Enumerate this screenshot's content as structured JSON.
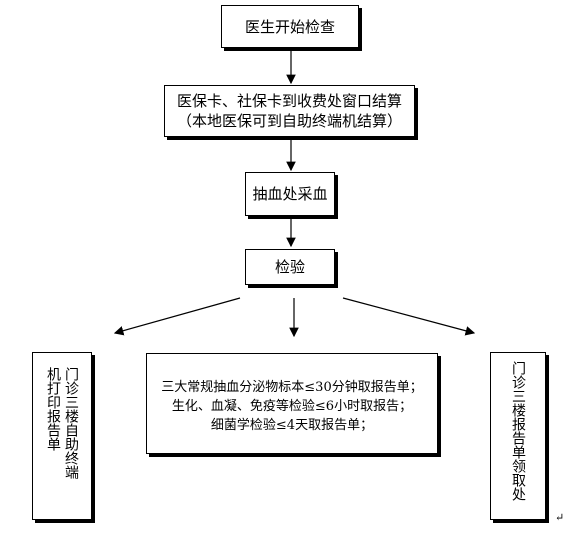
{
  "nodes": {
    "start": "医生开始检查",
    "payment_line1": "医保卡、社保卡到收费处窗口结算",
    "payment_line2": "（本地医保可到自助终端机结算）",
    "blood": "抽血处采血",
    "test": "检验",
    "left_col1": "门诊三楼自助终端",
    "left_col2": "机打印报告单",
    "center_line1": "三大常规抽血分泌物标本≤30分钟取报告单；",
    "center_line2": "生化、血凝、免疫等检验≤6小时取报告；",
    "center_line3": "细菌学检验≤4天取报告单；",
    "right_col1": "门诊三楼报告单领取处"
  },
  "enter_mark": "↵"
}
